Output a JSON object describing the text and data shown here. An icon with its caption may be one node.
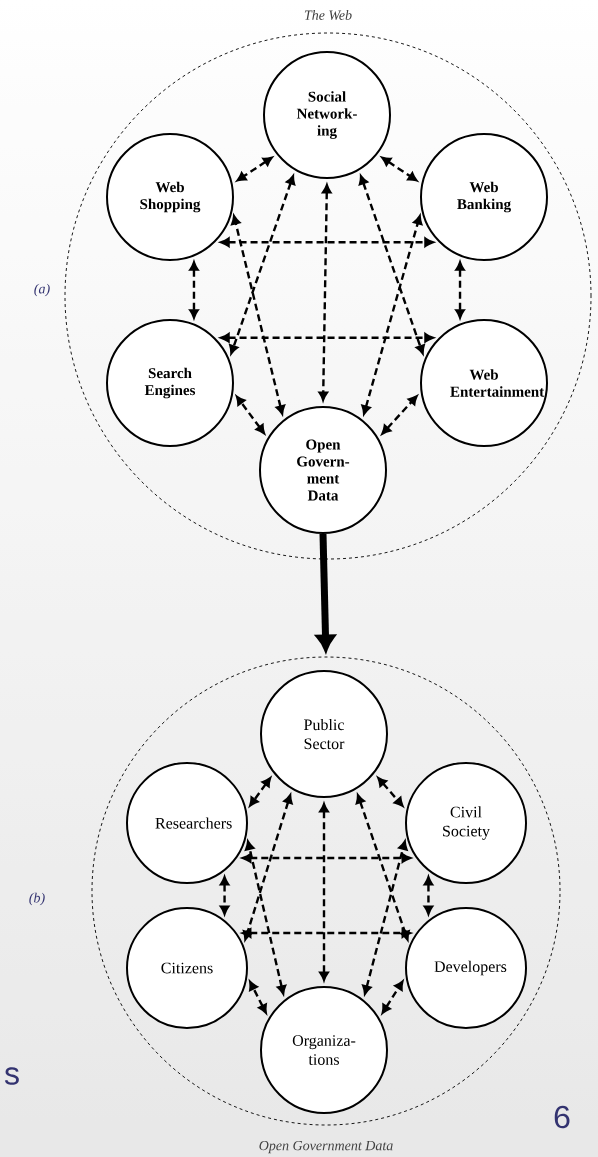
{
  "diagram": {
    "nodes": [
      {
        "text": [
          "The Web"
        ]
      },
      {
        "text": [
          "Social Network-ing"
        ],
        "in": 0
      },
      {
        "text": [
          "Web Shopping"
        ],
        "in": 0
      },
      {
        "text": [
          "Web Banking"
        ],
        "in": 0
      },
      {
        "text": [
          "Search Engines"
        ],
        "in": 0
      },
      {
        "text": [
          "Web Entertainment"
        ],
        "in": 0
      },
      {
        "text": [
          "Open Govern-ment Data"
        ],
        "in": 0
      },
      {
        "text": [
          "Open Government Data"
        ]
      },
      {
        "text": [
          "Public Sector"
        ],
        "in": 7
      },
      {
        "text": [
          "Researchers"
        ],
        "in": 7
      },
      {
        "text": [
          "Civil Society"
        ],
        "in": 7
      },
      {
        "text": [
          "Citizens"
        ],
        "in": 7
      },
      {
        "text": [
          "Developers"
        ],
        "in": 7
      },
      {
        "text": [
          "Organiza-tions"
        ],
        "in": 7
      }
    ],
    "edges": [
      {
        "from": 1,
        "to": 2,
        "arrow": "both",
        "style": "dashed"
      },
      {
        "from": 1,
        "to": 3,
        "arrow": "both",
        "style": "dashed"
      },
      {
        "from": 1,
        "to": 4,
        "arrow": "both",
        "style": "dashed"
      },
      {
        "from": 1,
        "to": 5,
        "arrow": "both",
        "style": "dashed"
      },
      {
        "from": 1,
        "to": 6,
        "arrow": "both",
        "style": "dashed"
      },
      {
        "from": 6,
        "to": 2,
        "arrow": "both",
        "style": "dashed"
      },
      {
        "from": 6,
        "to": 3,
        "arrow": "both",
        "style": "dashed"
      },
      {
        "from": 6,
        "to": 4,
        "arrow": "both",
        "style": "dashed"
      },
      {
        "from": 6,
        "to": 5,
        "arrow": "both",
        "style": "dashed"
      },
      {
        "from": 2,
        "to": 3,
        "arrow": "both",
        "style": "dashed"
      },
      {
        "from": 4,
        "to": 5,
        "arrow": "both",
        "style": "dashed"
      },
      {
        "from": 2,
        "to": 4,
        "arrow": "both",
        "style": "dashed"
      },
      {
        "from": 3,
        "to": 5,
        "arrow": "both",
        "style": "dashed"
      },
      {
        "from": 6,
        "to": 7,
        "arrow": "to",
        "style": "thick"
      },
      {
        "from": 8,
        "to": 9,
        "arrow": "both",
        "style": "dashed"
      },
      {
        "from": 8,
        "to": 10,
        "arrow": "both",
        "style": "dashed"
      },
      {
        "from": 8,
        "to": 11,
        "arrow": "both",
        "style": "dashed"
      },
      {
        "from": 8,
        "to": 12,
        "arrow": "both",
        "style": "dashed"
      },
      {
        "from": 8,
        "to": 13,
        "arrow": "both",
        "style": "dashed"
      },
      {
        "from": 13,
        "to": 9,
        "arrow": "both",
        "style": "dashed"
      },
      {
        "from": 13,
        "to": 10,
        "arrow": "both",
        "style": "dashed"
      },
      {
        "from": 13,
        "to": 11,
        "arrow": "both",
        "style": "dashed"
      },
      {
        "from": 13,
        "to": 12,
        "arrow": "both",
        "style": "dashed"
      },
      {
        "from": 9,
        "to": 10,
        "arrow": "both",
        "style": "dashed"
      },
      {
        "from": 11,
        "to": 12,
        "arrow": "both",
        "style": "dashed"
      },
      {
        "from": 9,
        "to": 11,
        "arrow": "both",
        "style": "dashed"
      },
      {
        "from": 10,
        "to": 12,
        "arrow": "both",
        "style": "dashed"
      }
    ],
    "labels": [
      "(a)",
      "(b)",
      "s",
      "6"
    ]
  }
}
